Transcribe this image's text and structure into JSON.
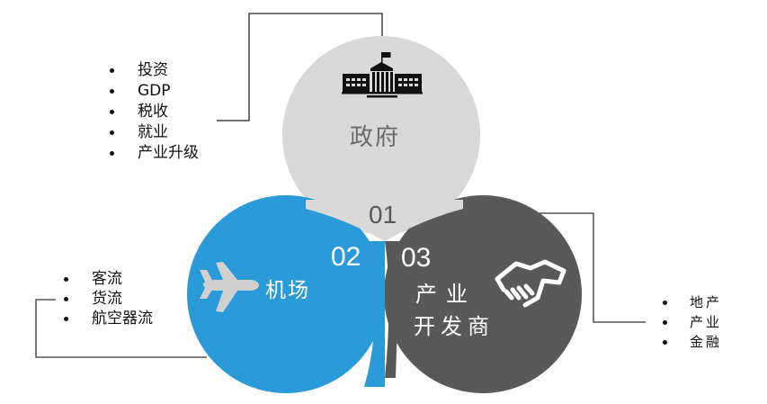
{
  "colors": {
    "government": "#d9d9d9",
    "airport": "#2a9ad8",
    "developer": "#595959",
    "connector_line": "#222222",
    "icon_dark": "#111111",
    "icon_light": "#d0d0d0",
    "text_dark": "#111111",
    "text_gray": "#595959",
    "text_white": "#ffffff"
  },
  "nodes": {
    "government": {
      "number": "01",
      "label": "政府",
      "icon": "government-building-icon"
    },
    "airport": {
      "number": "02",
      "label": "机场",
      "icon": "airplane-icon"
    },
    "developer": {
      "number": "03",
      "label_line1": "产业",
      "label_line2": "开发商",
      "icon": "handshake-icon"
    }
  },
  "lists": {
    "government": [
      "投资",
      "GDP",
      "税收",
      "就业",
      "产业升级"
    ],
    "airport": [
      "客流",
      "货流",
      "航空器流"
    ],
    "developer": [
      "地产",
      "产业",
      "金融"
    ]
  }
}
